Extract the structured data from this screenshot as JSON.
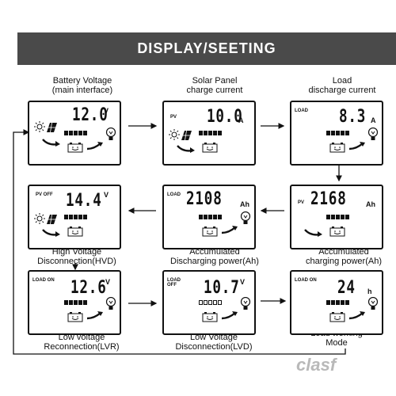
{
  "title": "DISPLAY/SEETING",
  "watermark": "clasf",
  "screens": [
    {
      "caption": "Battery Voltage\n(main interface)",
      "label": "",
      "value": "12.0",
      "unit": "V",
      "battery_level": 5
    },
    {
      "caption": "Solar Panel\ncharge current",
      "label": "PV",
      "value": "10.0",
      "unit": "A",
      "battery_level": 5
    },
    {
      "caption": "Load\ndischarge current",
      "label": "LOAD",
      "value": "8.3",
      "unit": "A",
      "battery_level": 5
    },
    {
      "caption": "Accumulated\ncharging power(Ah)",
      "label": "PV",
      "value": "2168",
      "unit": "Ah",
      "battery_level": 5
    },
    {
      "caption": "Accumulated\nDischarging power(Ah)",
      "label": "LOAD",
      "value": "2108",
      "unit": "Ah",
      "battery_level": 5
    },
    {
      "caption": "High Voltage\nDisconnection(HVD)",
      "label": "PV OFF",
      "value": "14.4",
      "unit": "V",
      "battery_level": 5
    },
    {
      "caption": "Low voltage\nReconnection(LVR)",
      "label": "LOAD ON",
      "value": "12.6",
      "unit": "V",
      "battery_level": 5
    },
    {
      "caption": "Low Voltage\nDisconnection(LVD)",
      "label": "LOAD\nOFF",
      "value": "10.7",
      "unit": "V",
      "battery_level": 0
    },
    {
      "caption": "Load working\nMode",
      "label": "LOAD ON",
      "value": "24",
      "unit": "h",
      "battery_level": 5
    }
  ],
  "icons": [
    "sun-icon",
    "solar-panel-icon",
    "battery-icon",
    "bulb-icon",
    "arrow-icon"
  ]
}
